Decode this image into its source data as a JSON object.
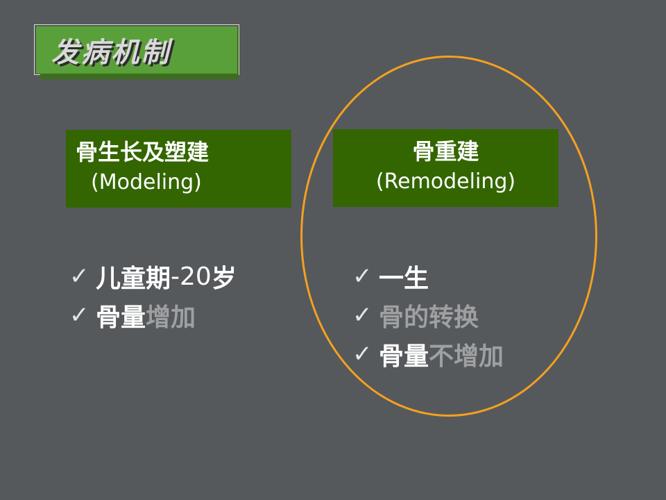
{
  "title": "发病机制",
  "colors": {
    "background": "#55595c",
    "title_box": "#5aa03a",
    "concept_box": "#336600",
    "ellipse": "#f5a020",
    "highlight_text": "#ffffff",
    "dim_text": "#9ea0a2"
  },
  "modeling": {
    "zh": "骨生长及塑建",
    "en": "(Modeling)",
    "items": [
      {
        "parts": [
          "儿童期",
          "-20",
          "岁"
        ]
      },
      {
        "bright": "骨量",
        "dim": "增加"
      }
    ]
  },
  "remodeling": {
    "zh": "骨重建",
    "en": "(Remodeling)",
    "items": [
      {
        "bright": "一生"
      },
      {
        "dim": "骨的转换"
      },
      {
        "bright": "骨量",
        "dim": "不增加"
      }
    ]
  },
  "check_icon": "check-icon"
}
